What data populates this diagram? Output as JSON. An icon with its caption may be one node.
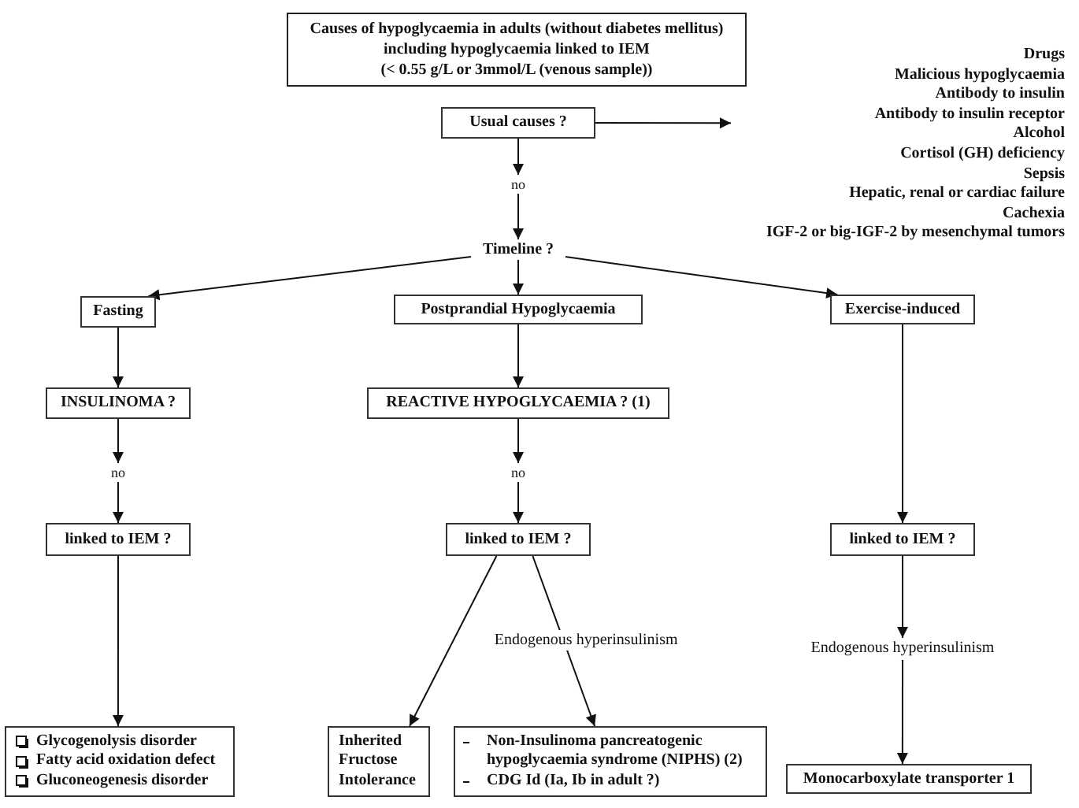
{
  "diagram": {
    "nodes": [
      {
        "text": [
          "Causes of hypoglycaemia in adults (without diabetes mellitus) including hypoglycaemia linked to IEM",
          "(< 0.55 g/L or 3mmol/L (venous sample))"
        ]
      },
      {
        "text": [
          "Usual causes ?"
        ]
      },
      {
        "text": [
          "Drugs",
          "Malicious hypoglycaemia",
          "Antibody to insulin",
          "Antibody to insulin receptor",
          "Alcohol",
          "Cortisol (GH) deficiency",
          "Sepsis",
          "Hepatic, renal or cardiac failure",
          "Cachexia",
          "IGF-2 or big-IGF-2 by mesenchymal tumors"
        ]
      },
      {
        "text": [
          "no"
        ]
      },
      {
        "text": [
          "Timeline ?"
        ]
      },
      {
        "text": [
          "Fasting"
        ]
      },
      {
        "text": [
          "Postprandial Hypoglycaemia"
        ]
      },
      {
        "text": [
          "Exercise-induced"
        ]
      },
      {
        "text": [
          "INSULINOMA ?"
        ]
      },
      {
        "text": [
          "REACTIVE HYPOGLYCAEMIA ? (1)"
        ]
      },
      {
        "text": [
          "no"
        ]
      },
      {
        "text": [
          "no"
        ]
      },
      {
        "text": [
          "linked to IEM ?"
        ]
      },
      {
        "text": [
          "linked to IEM ?"
        ]
      },
      {
        "text": [
          "linked to IEM ?"
        ]
      },
      {
        "text": [
          "Endogenous hyperinsulinism"
        ]
      },
      {
        "text": [
          "Glycogenolysis disorder",
          "Fatty acid oxidation defect",
          "Gluconeogenesis disorder"
        ]
      },
      {
        "text": [
          "Inherited Fructose Intolerance"
        ]
      },
      {
        "text": [
          "Non-Insulinoma pancreatogenic hypoglycaemia syndrome (NIPHS) (2)",
          "CDG Id (Ia, Ib in adult ?)"
        ]
      },
      {
        "text": [
          "Monocarboxylate transporter 1"
        ]
      }
    ],
    "edges": [
      {
        "from": 1,
        "to": 2,
        "arrow": "to"
      },
      {
        "from": 1,
        "to": 3,
        "arrow": "to"
      },
      {
        "from": 3,
        "to": 4,
        "arrow": "to"
      },
      {
        "from": 4,
        "to": 5,
        "arrow": "to"
      },
      {
        "from": 4,
        "to": 6,
        "arrow": "to"
      },
      {
        "from": 4,
        "to": 7,
        "arrow": "to"
      },
      {
        "from": 5,
        "to": 8,
        "arrow": "to"
      },
      {
        "from": 6,
        "to": 9,
        "arrow": "to"
      },
      {
        "from": 8,
        "to": 10,
        "arrow": "to"
      },
      {
        "from": 9,
        "to": 11,
        "arrow": "to"
      },
      {
        "from": 10,
        "to": 12,
        "arrow": "to"
      },
      {
        "from": 11,
        "to": 13,
        "arrow": "to"
      },
      {
        "from": 7,
        "to": 14,
        "arrow": "to"
      },
      {
        "from": 14,
        "to": 15,
        "arrow": "to"
      },
      {
        "from": 12,
        "to": 16,
        "arrow": "to"
      },
      {
        "from": 13,
        "to": 17,
        "arrow": "to"
      },
      {
        "from": 13,
        "to": 18,
        "arrow": "to",
        "label": "Endogenous hyperinsulinism"
      },
      {
        "from": 15,
        "to": 19,
        "arrow": "to"
      }
    ]
  }
}
